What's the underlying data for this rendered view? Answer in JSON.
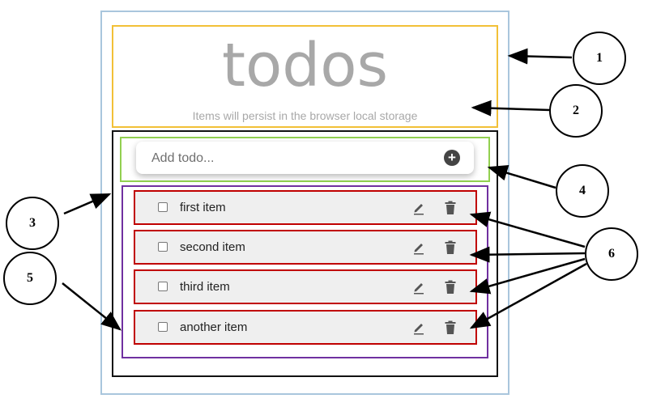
{
  "header": {
    "title": "todos",
    "subtitle": "Items will persist in the browser local storage"
  },
  "add_todo": {
    "placeholder": "Add todo...",
    "add_icon": "plus-circle-icon"
  },
  "items": [
    {
      "label": "first item",
      "checked": false
    },
    {
      "label": "second item",
      "checked": false
    },
    {
      "label": "third item",
      "checked": false
    },
    {
      "label": "another item",
      "checked": false
    }
  ],
  "item_icons": {
    "edit": "pencil-icon",
    "delete": "trash-icon"
  },
  "callouts": [
    "1",
    "2",
    "3",
    "4",
    "5",
    "6"
  ],
  "colors": {
    "outer_border": "#a9c6dd",
    "header_border": "#f2c037",
    "main_border": "#111111",
    "add_border": "#92d050",
    "list_border": "#7030a0",
    "item_border": "#c00000",
    "title_text": "#a8a8a8"
  }
}
